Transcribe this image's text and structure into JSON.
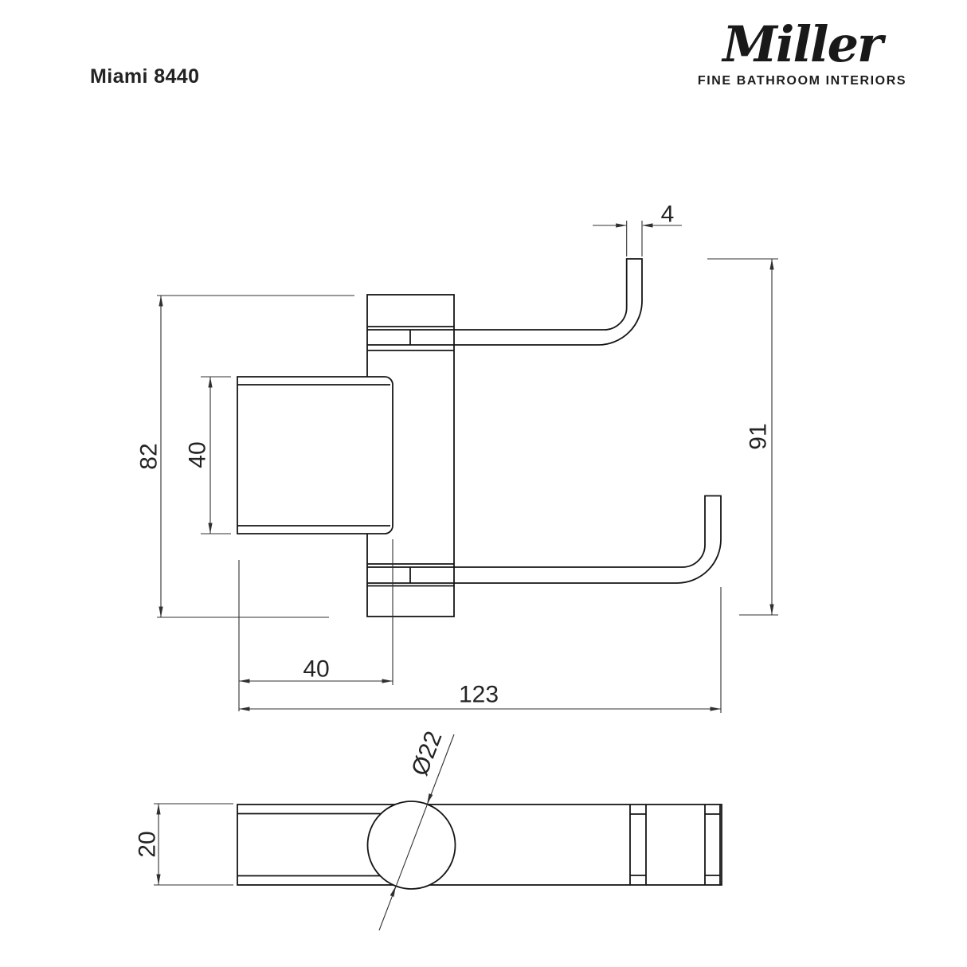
{
  "page": {
    "background": "#ffffff"
  },
  "header": {
    "product_code": "Miami 8440",
    "brand": "Miller",
    "tagline": "FINE BATHROOM INTERIORS"
  },
  "colors": {
    "object_line": "#151515",
    "dimension_line": "#303030",
    "text": "#1d1d1d"
  },
  "drawing": {
    "type": "technical-orthographic-drawing",
    "subject": "double robe hook",
    "views": {
      "side": {
        "name": "side elevation",
        "dimensions": {
          "hook_bar_thickness": "4",
          "overall_height": "82",
          "square_cover_height": "40",
          "square_cover_width": "40",
          "hook_tip_height": "91",
          "overall_projection": "123"
        }
      },
      "bottom": {
        "name": "underside plan",
        "dimensions": {
          "body_depth": "20",
          "rosette_diameter": "Ø22"
        }
      }
    }
  }
}
